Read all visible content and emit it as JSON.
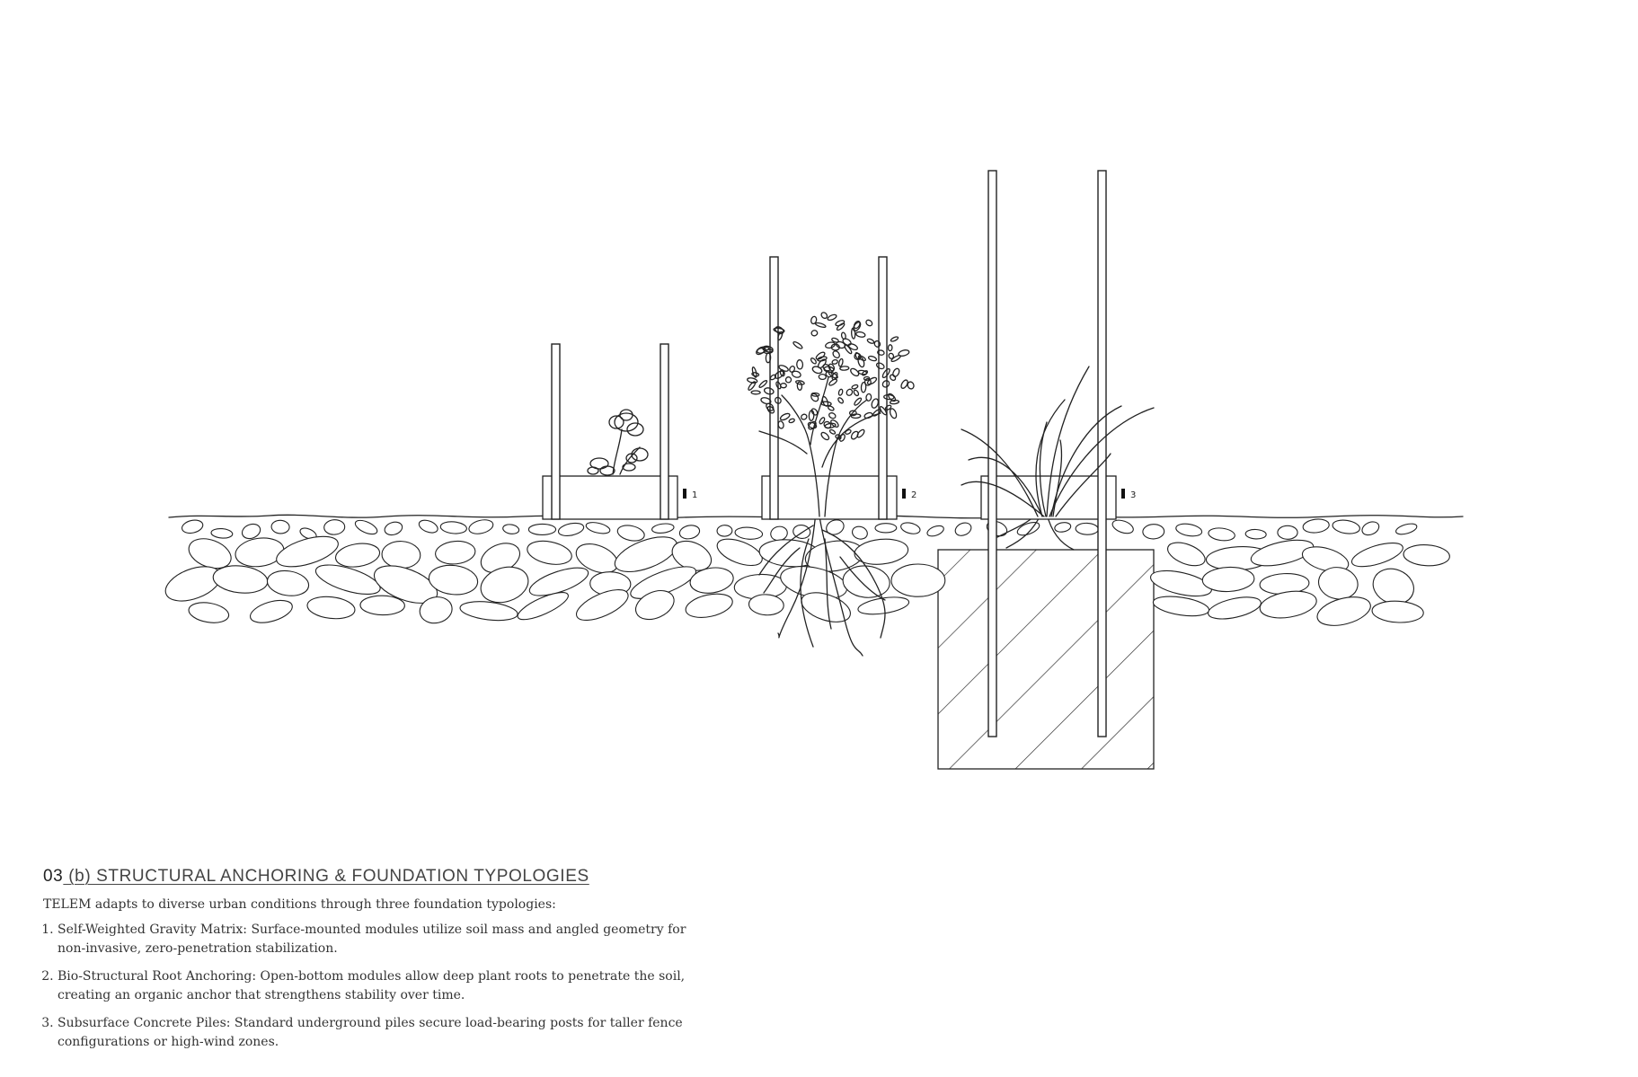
{
  "caption": {
    "number": "03",
    "title": " (b) STRUCTURAL ANCHORING & FOUNDATION TYPOLOGIES",
    "intro": "TELEM adapts to diverse urban conditions through three foundation typologies:",
    "items": [
      "Self-Weighted Gravity Matrix: Surface-mounted modules utilize soil mass and angled geometry for non-invasive, zero-penetration stabilization.",
      "Bio-Structural Root Anchoring: Open-bottom modules allow deep plant roots to penetrate the soil, creating an organic anchor that strengthens stability over time.",
      "Subsurface Concrete Piles: Standard underground piles secure load-bearing posts for taller fence configurations or high-wind zones."
    ]
  },
  "tags": [
    "1",
    "2",
    "3"
  ],
  "icons": {
    "flower": "flower-icon",
    "tree": "tree-icon",
    "grass": "grass-icon"
  },
  "colors": {
    "ink": "#222222",
    "background": "#ffffff"
  }
}
